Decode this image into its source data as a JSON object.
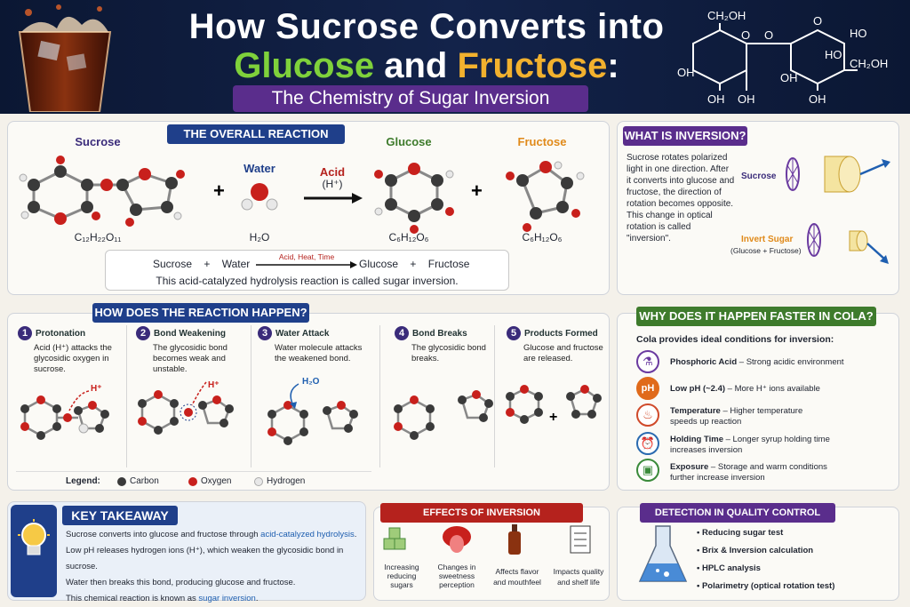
{
  "header": {
    "title_line1": "How Sucrose Converts into",
    "title_glucose": "Glucose",
    "title_and": " and ",
    "title_fructose": "Fructose",
    "title_colon": ":",
    "subtitle": "The Chemistry of Sugar Inversion",
    "struct_labels": [
      "CH₂OH",
      "O",
      "OH",
      "OH",
      "O",
      "OH",
      "OH",
      "HO",
      "CH₂OH",
      "O",
      "HO",
      "OH"
    ]
  },
  "overall": {
    "title": "THE OVERALL REACTION",
    "sucrose": "Sucrose",
    "water": "Water",
    "acid": "Acid",
    "acid_h": "(H⁺)",
    "glucose": "Glucose",
    "fructose": "Fructose",
    "plus": "+",
    "f_sucrose": "C₁₂H₂₂O₁₁",
    "f_water": "H₂O",
    "f_glucose": "C₆H₁₂O₆",
    "f_fructose": "C₆H₁₂O₆",
    "eq_sucrose": "Sucrose",
    "eq_water": "Water",
    "eq_cond": "Acid, Heat, Time",
    "eq_glucose": "Glucose",
    "eq_fructose": "Fructose",
    "note": "This acid-catalyzed hydrolysis reaction is called sugar inversion."
  },
  "inversion": {
    "title": "WHAT IS INVERSION?",
    "text": "Sucrose rotates polarized light in one direction. After it converts into glucose and fructose, the direction of rotation becomes opposite. This change in optical rotation is called \"inversion\".",
    "sucrose": "Sucrose",
    "invert": "Invert Sugar",
    "invert_sub": "(Glucose + Fructose)"
  },
  "how": {
    "title": "HOW DOES THE REACTION HAPPEN?",
    "steps": [
      {
        "num": "1",
        "title": "Protonation",
        "text": "Acid (H⁺) attacks the glycosidic oxygen in sucrose.",
        "tag": "H⁺"
      },
      {
        "num": "2",
        "title": "Bond Weakening",
        "text": "The glycosidic bond becomes weak and unstable.",
        "tag": "H⁺"
      },
      {
        "num": "3",
        "title": "Water Attack",
        "text": "Water molecule attacks the weakened bond.",
        "tag": "H₂O"
      },
      {
        "num": "4",
        "title": "Bond Breaks",
        "text": "The glycosidic bond breaks.",
        "tag": ""
      },
      {
        "num": "5",
        "title": "Products Formed",
        "text": "Glucose and fructose are released.",
        "tag": "+"
      }
    ],
    "legend": {
      "label": "Legend:",
      "carbon": "Carbon",
      "oxygen": "Oxygen",
      "hydrogen": "Hydrogen"
    }
  },
  "cola": {
    "title": "WHY DOES IT HAPPEN FASTER IN COLA?",
    "intro": "Cola provides ideal conditions for inversion:",
    "factors": [
      {
        "name": "Phosphoric Acid",
        "desc": " – Strong acidic environment",
        "icon": "flask-icon",
        "glyph": "⚗",
        "color": "#6a3aa0"
      },
      {
        "name": "Low pH (~2.4)",
        "desc": " – More H⁺ ions available",
        "icon": "ph-icon",
        "glyph": "pH",
        "color": "#e06a1a"
      },
      {
        "name": "Temperature",
        "desc": " – Higher temperature speeds up reaction",
        "icon": "thermometer-icon",
        "glyph": "♨",
        "color": "#d04a2a"
      },
      {
        "name": "Holding Time",
        "desc": " – Longer syrup holding time increases inversion",
        "icon": "clock-icon",
        "glyph": "⏰",
        "color": "#2a6ab0"
      },
      {
        "name": "Exposure",
        "desc": " – Storage and warm conditions further increase inversion",
        "icon": "box-icon",
        "glyph": "▣",
        "color": "#3a8a3a"
      }
    ]
  },
  "takeaway": {
    "title": "KEY TAKEAWAY",
    "l1a": "Sucrose converts into glucose and fructose through ",
    "l1b": "acid-catalyzed hydrolysis",
    "l1c": ".",
    "l2": "Low pH releases hydrogen ions (H⁺), which weaken the glycosidic bond in sucrose.",
    "l3": "Water then breaks this bond, producing glucose and fructose.",
    "l4a": "This chemical reaction is known as ",
    "l4b": "sugar inversion",
    "l4c": "."
  },
  "effects": {
    "title": "EFFECTS OF INVERSION",
    "items": [
      {
        "label": "Increasing reducing sugars",
        "icon": "cubes-icon"
      },
      {
        "label": "Changes in sweetness perception",
        "icon": "tongue-icon"
      },
      {
        "label": "Affects flavor and mouthfeel",
        "icon": "bottle-icon"
      },
      {
        "label": "Impacts quality and shelf life",
        "icon": "checklist-icon"
      }
    ]
  },
  "detection": {
    "title": "DETECTION IN QUALITY CONTROL",
    "items": [
      "Reducing sugar test",
      "Brix & Inversion calculation",
      "HPLC analysis",
      "Polarimetry (optical rotation test)"
    ]
  },
  "colors": {
    "carbon": "#3a3a3a",
    "oxygen": "#c8201c",
    "hydrogen": "#e8e8e8",
    "navy": "#1f3f8a",
    "purple": "#5a2d8c",
    "green": "#3e7b2c",
    "red": "#b5221d"
  }
}
